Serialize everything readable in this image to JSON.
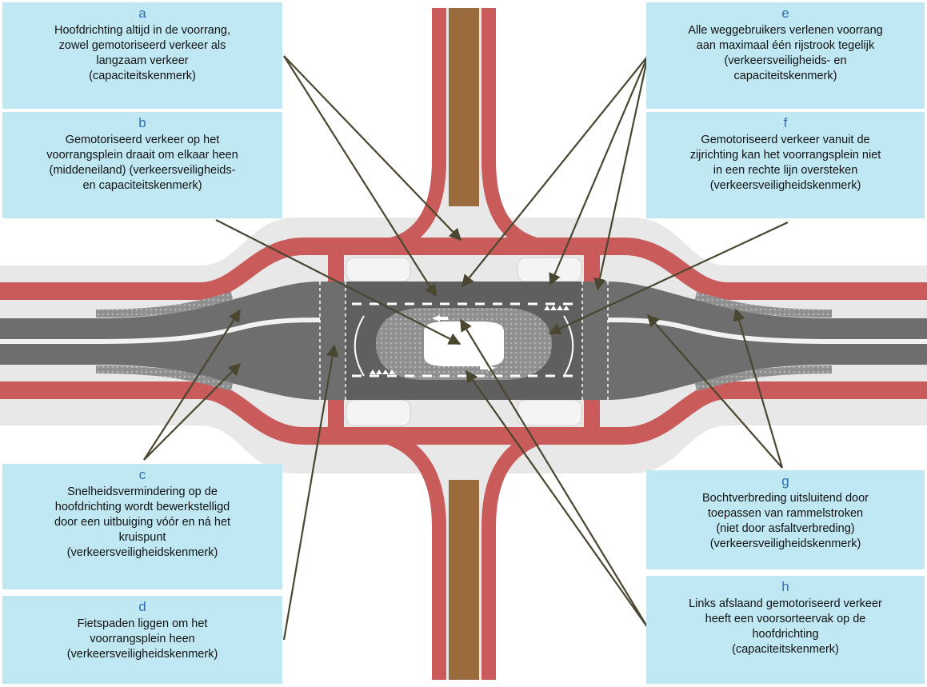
{
  "colors": {
    "callout_bg": "#bfe8f3",
    "letter": "#2f6fae",
    "arrow": "#4a4630",
    "cycle_path": "#c95b5b",
    "road": "#6e6e6e",
    "rumble": "#9a9a9a",
    "verge": "#e6e6e6",
    "bridge": "#9a6b3c"
  },
  "callouts": {
    "a": {
      "letter": "a",
      "text": "Hoofdrichting altijd in de voorrang,\nzowel gemotoriseerd verkeer als\nlangzaam verkeer\n(capaciteitskenmerk)"
    },
    "b": {
      "letter": "b",
      "text": "Gemotoriseerd verkeer op het\nvoorrangsplein draait om elkaar heen\n(middeneiland) (verkeersveiligheids-\nen capaciteitskenmerk)"
    },
    "c": {
      "letter": "c",
      "text": "Snelheidsvermindering op de\nhoofdrichting wordt bewerkstelligd\ndoor een uitbuiging vóór en ná het\nkruispunt\n(verkeersveiligheidskenmerk)"
    },
    "d": {
      "letter": "d",
      "text": "Fietspaden liggen om het\nvoorrangsplein heen\n(verkeersveiligheidskenmerk)"
    },
    "e": {
      "letter": "e",
      "text": "Alle weggebruikers verlenen voorrang\naan maximaal één rijstrook tegelijk\n(verkeersveiligheids- en\ncapaciteitskenmerk)"
    },
    "f": {
      "letter": "f",
      "text": "Gemotoriseerd verkeer vanuit de\nzijrichting kan het voorrangsplein niet\nin een rechte lijn oversteken\n(verkeersveiligheidskenmerk)"
    },
    "g": {
      "letter": "g",
      "text": "Bochtverbreding uitsluitend door\ntoepassen van rammelstroken\n(niet door asfaltverbreding)\n(verkeersveiligheidskenmerk)"
    },
    "h": {
      "letter": "h",
      "text": "Links afslaand gemotoriseerd verkeer\nheeft een voorsorteervak op de\nhoofdrichting\n(capaciteitskenmerk)"
    }
  }
}
